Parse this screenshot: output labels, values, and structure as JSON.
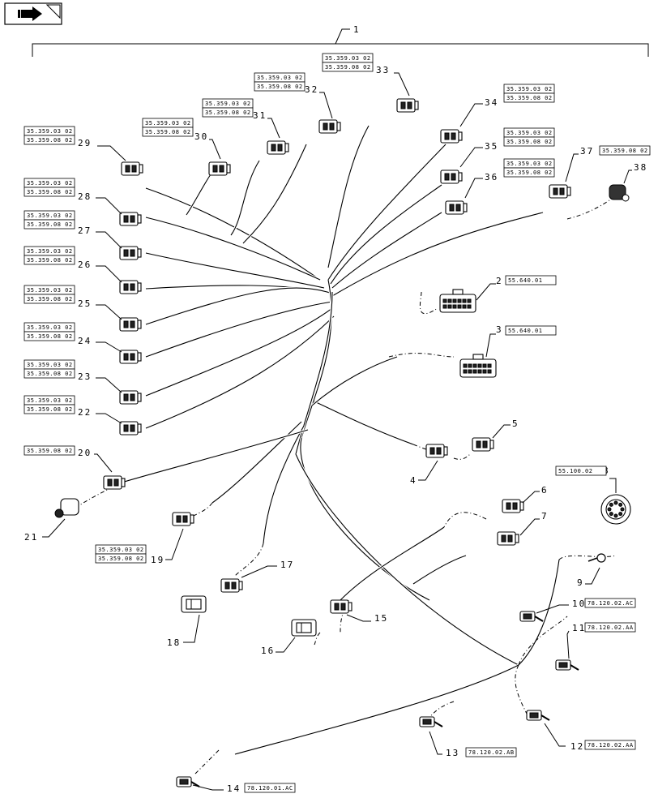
{
  "nav_icon": "folded-page-arrow-icon",
  "assembly_number": "1",
  "items": [
    {
      "num": "2",
      "refs": [
        "55.640.01"
      ]
    },
    {
      "num": "3",
      "refs": [
        "55.640.01"
      ]
    },
    {
      "num": "4",
      "refs": []
    },
    {
      "num": "5",
      "refs": []
    },
    {
      "num": "6",
      "refs": []
    },
    {
      "num": "7",
      "refs": []
    },
    {
      "num": "8",
      "refs": [
        "55.100.02"
      ]
    },
    {
      "num": "9",
      "refs": []
    },
    {
      "num": "10",
      "refs": [
        "78.120.02.AC"
      ]
    },
    {
      "num": "11",
      "refs": [
        "78.120.02.AA"
      ]
    },
    {
      "num": "12",
      "refs": [
        "78.120.02.AA"
      ]
    },
    {
      "num": "13",
      "refs": [
        "78.120.02.AB"
      ]
    },
    {
      "num": "14",
      "refs": [
        "78.120.01.AC"
      ]
    },
    {
      "num": "15",
      "refs": []
    },
    {
      "num": "16",
      "refs": []
    },
    {
      "num": "17",
      "refs": []
    },
    {
      "num": "18",
      "refs": []
    },
    {
      "num": "19",
      "refs": [
        "35.359.03 02",
        "35.359.08 02"
      ]
    },
    {
      "num": "20",
      "refs": [
        "35.359.08 02"
      ]
    },
    {
      "num": "21",
      "refs": []
    },
    {
      "num": "22",
      "refs": [
        "35.359.03 02",
        "35.359.08 02"
      ]
    },
    {
      "num": "23",
      "refs": [
        "35.359.03 02",
        "35.359.08 02"
      ]
    },
    {
      "num": "24",
      "refs": [
        "35.359.03 02",
        "35.359.08 02"
      ]
    },
    {
      "num": "25",
      "refs": [
        "35.359.03 02",
        "35.359.08 02"
      ]
    },
    {
      "num": "26",
      "refs": [
        "35.359.03 02",
        "35.359.08 02"
      ]
    },
    {
      "num": "27",
      "refs": [
        "35.359.03 02",
        "35.359.08 02"
      ]
    },
    {
      "num": "28",
      "refs": [
        "35.359.03 02",
        "35.359.08 02"
      ]
    },
    {
      "num": "29",
      "refs": [
        "35.359.03 02",
        "35.359.08 02"
      ]
    },
    {
      "num": "30",
      "refs": [
        "35.359.03 02",
        "35.359.08 02"
      ]
    },
    {
      "num": "31",
      "refs": [
        "35.359.03 02",
        "35.359.08 02"
      ]
    },
    {
      "num": "32",
      "refs": [
        "35.359.03 02",
        "35.359.08 02"
      ]
    },
    {
      "num": "33",
      "refs": [
        "35.359.03 02",
        "35.359.08 02"
      ]
    },
    {
      "num": "34",
      "refs": [
        "35.359.03 02",
        "35.359.08 02"
      ]
    },
    {
      "num": "35",
      "refs": [
        "35.359.03 02",
        "35.359.08 02"
      ]
    },
    {
      "num": "36",
      "refs": [
        "35.359.03 02",
        "35.359.08 02"
      ]
    },
    {
      "num": "37",
      "refs": [
        "35.359.08 02"
      ]
    },
    {
      "num": "38",
      "refs": []
    }
  ]
}
